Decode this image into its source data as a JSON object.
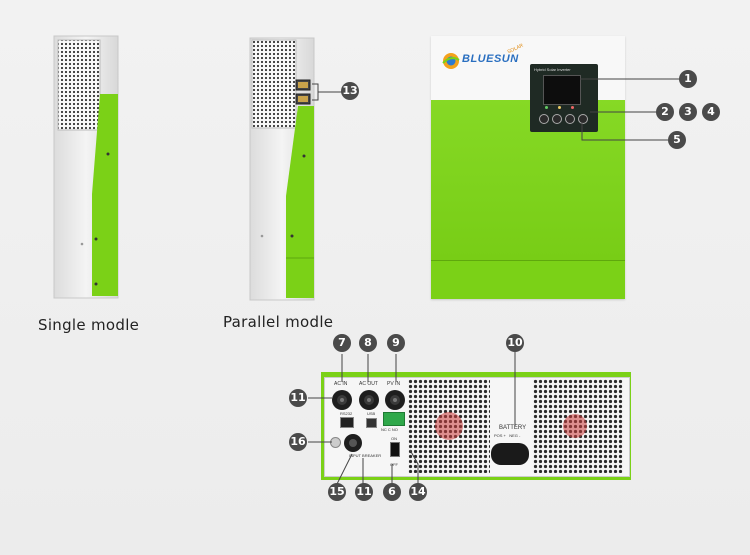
{
  "captions": {
    "single": "Single modle",
    "parallel": "Parallel modle"
  },
  "front_panel": {
    "brand": "BLUESUN",
    "brand_tag": "SOLAR",
    "display_title": "Hybrid Solar Inverter"
  },
  "bottom_panel": {
    "ac_in": "AC IN",
    "ac_out": "AC OUT",
    "pv_in": "PV IN",
    "rs232": "RS232",
    "usb": "USB",
    "nc_c_no": "NC C NO",
    "on": "ON",
    "off": "OFF",
    "input_breaker": "INPUT BREAKER",
    "battery": "BATTERY",
    "battery_terminals": "POS +   NEG -"
  },
  "callouts": {
    "c1": "1",
    "c2": "2",
    "c3": "3",
    "c4": "4",
    "c5": "5",
    "c6": "6",
    "c7": "7",
    "c8": "8",
    "c9": "9",
    "c10": "10",
    "c11a": "11",
    "c11b": "11",
    "c13": "13",
    "c14": "14",
    "c15": "15",
    "c16": "16"
  },
  "colors": {
    "green": "#7bd117",
    "panel_white": "#f7f7f7",
    "callout": "#4a4a4a"
  }
}
